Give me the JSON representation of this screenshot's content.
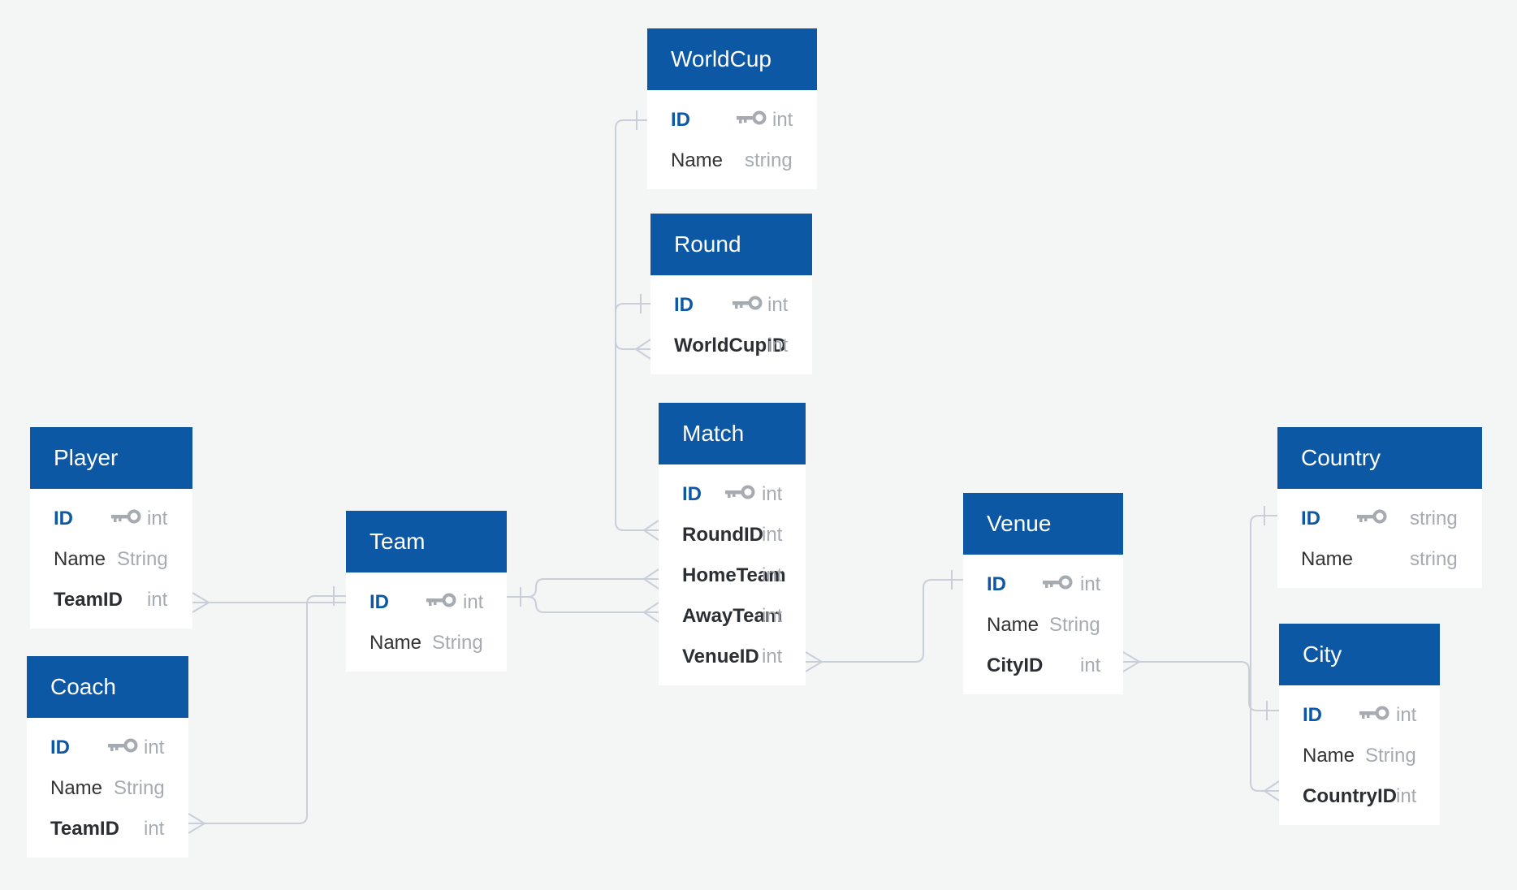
{
  "colors": {
    "header": "#0c58a4",
    "background": "#f4f5f5",
    "link": "#c9cfd9",
    "pk_text": "#0c58a4",
    "type_text": "#a6abb2"
  },
  "tables": {
    "worldcup": {
      "title": "WorldCup",
      "fields": [
        {
          "name": "ID",
          "type": "int",
          "pk": true
        },
        {
          "name": "Name",
          "type": "string"
        }
      ]
    },
    "round": {
      "title": "Round",
      "fields": [
        {
          "name": "ID",
          "type": "int",
          "pk": true
        },
        {
          "name": "WorldCupID",
          "type": "int",
          "fk": true
        }
      ]
    },
    "match": {
      "title": "Match",
      "fields": [
        {
          "name": "ID",
          "type": "int",
          "pk": true
        },
        {
          "name": "RoundID",
          "type": "int",
          "fk": true
        },
        {
          "name": "HomeTeam",
          "type": "int",
          "fk": true
        },
        {
          "name": "AwayTeam",
          "type": "int",
          "fk": true
        },
        {
          "name": "VenueID",
          "type": "int",
          "fk": true
        }
      ]
    },
    "player": {
      "title": "Player",
      "fields": [
        {
          "name": "ID",
          "type": "int",
          "pk": true
        },
        {
          "name": "Name",
          "type": "String"
        },
        {
          "name": "TeamID",
          "type": "int",
          "fk": true
        }
      ]
    },
    "coach": {
      "title": "Coach",
      "fields": [
        {
          "name": "ID",
          "type": "int",
          "pk": true
        },
        {
          "name": "Name",
          "type": "String"
        },
        {
          "name": "TeamID",
          "type": "int",
          "fk": true
        }
      ]
    },
    "team": {
      "title": "Team",
      "fields": [
        {
          "name": "ID",
          "type": "int",
          "pk": true
        },
        {
          "name": "Name",
          "type": "String"
        }
      ]
    },
    "venue": {
      "title": "Venue",
      "fields": [
        {
          "name": "ID",
          "type": "int",
          "pk": true
        },
        {
          "name": "Name",
          "type": "String"
        },
        {
          "name": "CityID",
          "type": "int",
          "fk": true
        }
      ]
    },
    "country": {
      "title": "Country",
      "fields": [
        {
          "name": "ID",
          "type": "string",
          "pk": true
        },
        {
          "name": "Name",
          "type": "string"
        }
      ]
    },
    "city": {
      "title": "City",
      "fields": [
        {
          "name": "ID",
          "type": "int",
          "pk": true
        },
        {
          "name": "Name",
          "type": "String"
        },
        {
          "name": "CountryID",
          "type": "int",
          "fk": true
        }
      ]
    }
  },
  "relationships": [
    {
      "from": "round.WorldCupID",
      "to": "worldcup.ID",
      "type": "many-to-one"
    },
    {
      "from": "match.RoundID",
      "to": "round.ID",
      "type": "many-to-one"
    },
    {
      "from": "match.HomeTeam",
      "to": "team.ID",
      "type": "many-to-one"
    },
    {
      "from": "match.AwayTeam",
      "to": "team.ID",
      "type": "many-to-one"
    },
    {
      "from": "player.TeamID",
      "to": "team.ID",
      "type": "many-to-one"
    },
    {
      "from": "coach.TeamID",
      "to": "team.ID",
      "type": "many-to-one"
    },
    {
      "from": "match.VenueID",
      "to": "venue.ID",
      "type": "many-to-one"
    },
    {
      "from": "venue.CityID",
      "to": "city.ID",
      "type": "many-to-one"
    },
    {
      "from": "city.CountryID",
      "to": "country.ID",
      "type": "many-to-one"
    }
  ]
}
